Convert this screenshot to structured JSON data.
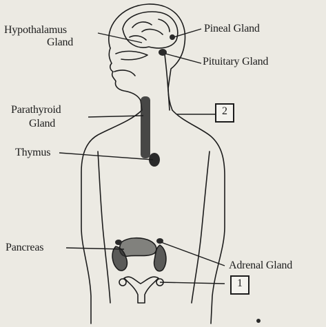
{
  "labels": {
    "hypothalamus_line1": "Hypothalamus",
    "hypothalamus_line2": "Gland",
    "pineal": "Pineal Gland",
    "pituitary": "Pituitary Gland",
    "parathyroid_line1": "Parathyroid",
    "parathyroid_line2": "Gland",
    "thymus": "Thymus",
    "pancreas": "Pancreas",
    "adrenal": "Adrenal Gland"
  },
  "boxes": {
    "box2": "2",
    "box1": "1"
  },
  "colors": {
    "ink": "#1c1c1c",
    "paper": "#eceae3",
    "gland_fill": "#2a2a2a"
  }
}
